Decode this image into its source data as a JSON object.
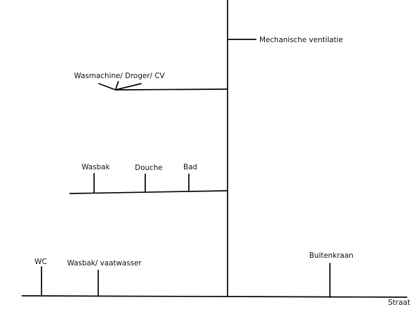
{
  "labels": {
    "ventilation": "Mechanische ventilatie",
    "washer": "Wasmachine/ Droger/ CV",
    "sink": "Wasbak",
    "shower": "Douche",
    "bath": "Bad",
    "wc": "WC",
    "sink_dishwasher": "Wasbak/ vaatwasser",
    "outdoor_tap": "Buitenkraan",
    "street": "Straat"
  },
  "colors": {
    "line": "#000000",
    "text": "#111111",
    "background": "#ffffff"
  }
}
